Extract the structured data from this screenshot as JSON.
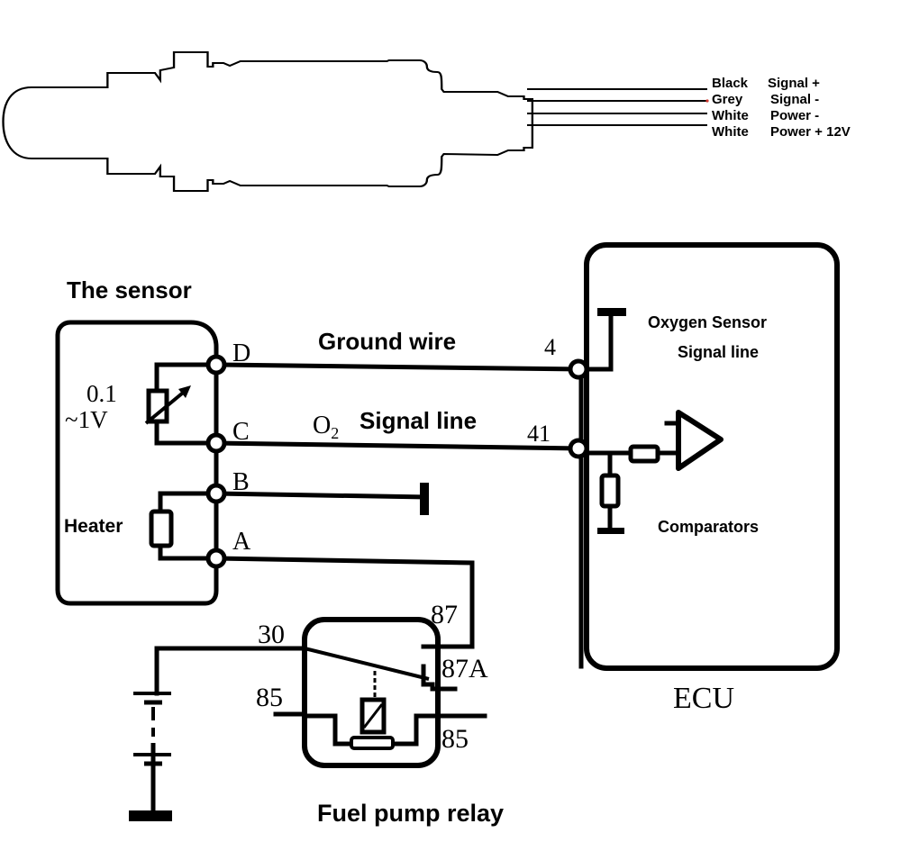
{
  "sensor_drawing": {
    "wires": [
      {
        "color": "Black",
        "function": "Signal +"
      },
      {
        "color": "Grey",
        "function": "Signal -"
      },
      {
        "color": "White",
        "function": "Power -"
      },
      {
        "color": "White",
        "function": "Power + 12V"
      }
    ],
    "grey_marker_color": "#d0342c"
  },
  "circuit": {
    "sensor_title": "The sensor",
    "sensor_voltage_top": "0.1",
    "sensor_voltage_bottom": "~1V",
    "heater_label": "Heater",
    "pins": {
      "d": "D",
      "c": "C",
      "b": "B",
      "a": "A"
    },
    "ground_wire_label": "Ground wire",
    "o2_prefix": "O",
    "o2_subscript": "2",
    "signal_line_label": "Signal line",
    "ecu_pin_ground": "4",
    "ecu_pin_signal": "41",
    "ecu_label_line1": "Oxygen Sensor",
    "ecu_label_line2": "Signal line",
    "comparators_label": "Comparators",
    "ecu_title": "ECU",
    "relay_title": "Fuel pump relay",
    "relay_pins": {
      "p30": "30",
      "p87": "87",
      "p87a": "87A",
      "p85_left": "85",
      "p85_right": "85"
    }
  }
}
